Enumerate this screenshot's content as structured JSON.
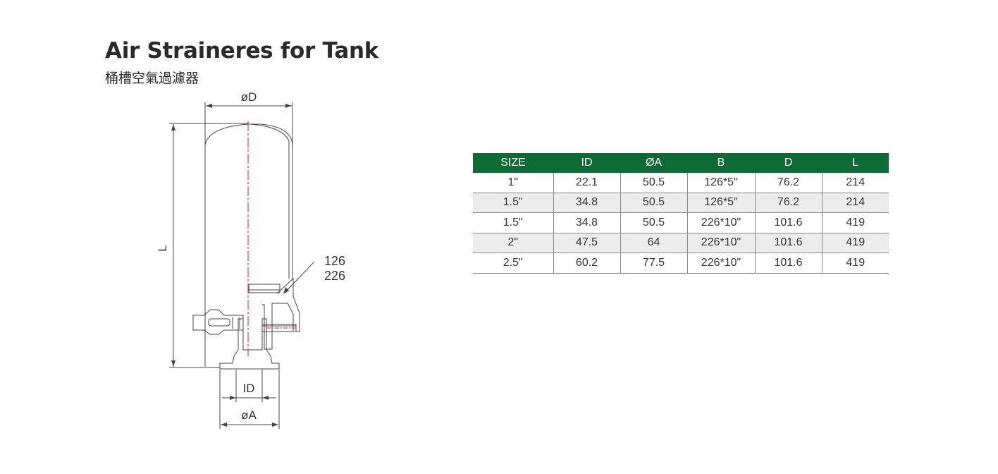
{
  "title": "Air Straineres for Tank",
  "subtitle": "桶槽空氣過濾器",
  "drawing": {
    "label_od": "øD",
    "label_l": "L",
    "label_b_1": "126",
    "label_b_2": "226",
    "label_id": "ID",
    "label_oa": "øA"
  },
  "table": {
    "header_color": "#0f6b35",
    "headers": [
      "SIZE",
      "ID",
      "ØA",
      "B",
      "D",
      "L"
    ],
    "rows": [
      [
        "1\"",
        "22.1",
        "50.5",
        "126*5\"",
        "76.2",
        "214"
      ],
      [
        "1.5\"",
        "34.8",
        "50.5",
        "126*5\"",
        "76.2",
        "214"
      ],
      [
        "1.5\"",
        "34.8",
        "50.5",
        "226*10\"",
        "101.6",
        "419"
      ],
      [
        "2\"",
        "47.5",
        "64",
        "226*10\"",
        "101.6",
        "419"
      ],
      [
        "2.5\"",
        "60.2",
        "77.5",
        "226*10\"",
        "101.6",
        "419"
      ]
    ]
  }
}
